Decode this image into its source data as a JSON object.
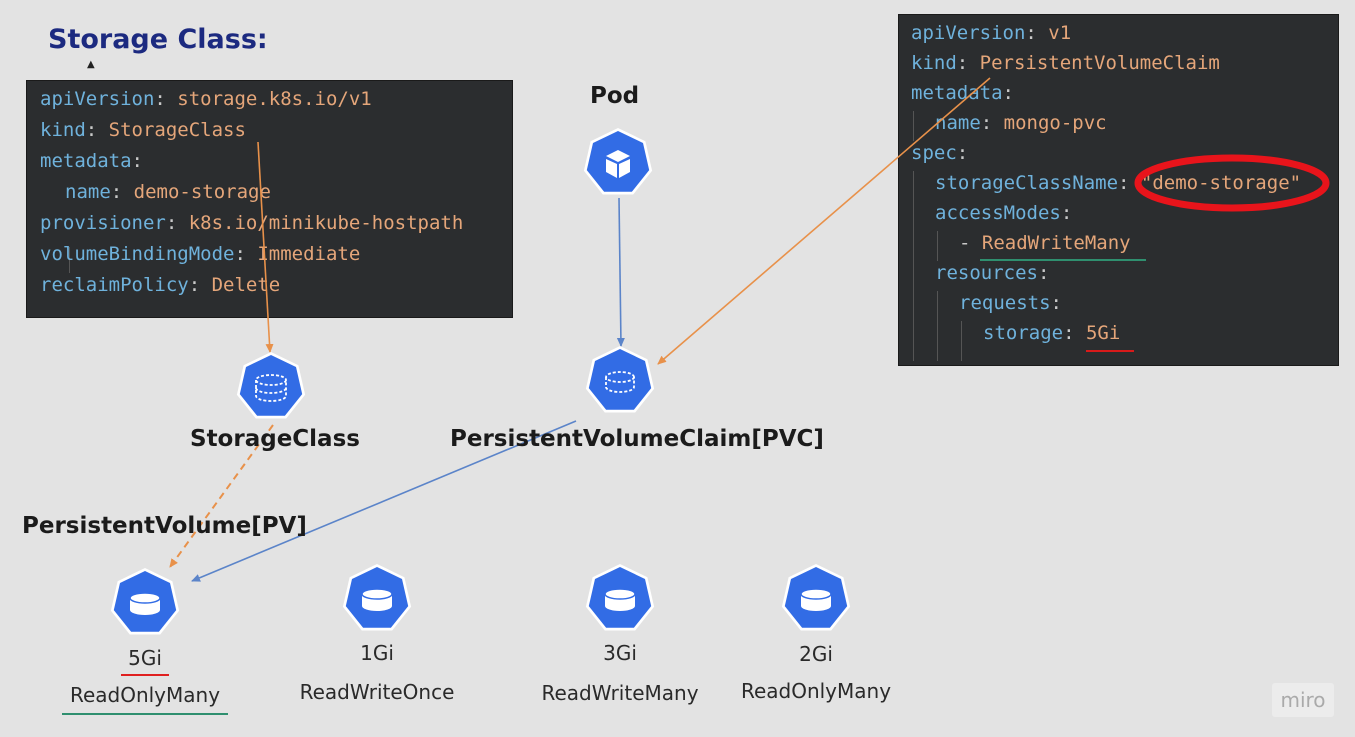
{
  "title": "Storage Class:",
  "storage_class_yaml": [
    {
      "key": "apiVersion",
      "sep": ": ",
      "value": "storage.k8s.io/v1"
    },
    {
      "key": "kind",
      "sep": ": ",
      "value": "StorageClass"
    },
    {
      "key": "metadata",
      "sep": ":",
      "value": ""
    },
    {
      "key": "name",
      "sep": ": ",
      "value": "demo-storage"
    },
    {
      "key": "provisioner",
      "sep": ": ",
      "value": "k8s.io/minikube-hostpath"
    },
    {
      "key": "volumeBindingMode",
      "sep": ": ",
      "value": "Immediate"
    },
    {
      "key": "reclaimPolicy",
      "sep": ": ",
      "value": "Delete"
    }
  ],
  "pvc_yaml": [
    {
      "key": "apiVersion",
      "sep": ": ",
      "value": "v1"
    },
    {
      "key": "kind",
      "sep": ": ",
      "value": "PersistentVolumeClaim"
    },
    {
      "key": "metadata",
      "sep": ":",
      "value": ""
    },
    {
      "key": "name",
      "sep": ": ",
      "value": "mongo-pvc"
    },
    {
      "key": "spec",
      "sep": ":",
      "value": ""
    },
    {
      "key": "storageClassName",
      "sep": ": ",
      "value": "\"demo-storage\""
    },
    {
      "key": "accessModes",
      "sep": ":",
      "value": ""
    },
    {
      "key": "",
      "sep": "- ",
      "value": "ReadWriteMany"
    },
    {
      "key": "resources",
      "sep": ":",
      "value": ""
    },
    {
      "key": "requests",
      "sep": ":",
      "value": ""
    },
    {
      "key": "storage",
      "sep": ": ",
      "value": "5Gi"
    }
  ],
  "labels": {
    "pod": "Pod",
    "storage_class": "StorageClass",
    "pvc": "PersistentVolumeClaim[PVC]",
    "pv": "PersistentVolume[PV]"
  },
  "volumes": [
    {
      "size": "5Gi",
      "mode": "ReadOnlyMany"
    },
    {
      "size": "1Gi",
      "mode": "ReadWriteOnce"
    },
    {
      "size": "3Gi",
      "mode": "ReadWriteMany"
    },
    {
      "size": "2Gi",
      "mode": "ReadOnlyMany"
    }
  ],
  "watermark": "miro",
  "icons": {
    "pod": "cube-icon",
    "storage_class": "storage-class-icon",
    "pvc": "pvc-disk-icon",
    "pv": "disk-icon"
  },
  "colors": {
    "k8s_blue": "#326ce5",
    "orange_arrow": "#e8914a",
    "blue_arrow": "#5b84c9",
    "highlight_red": "#e8141b",
    "underline_green": "#2f8f6f"
  }
}
